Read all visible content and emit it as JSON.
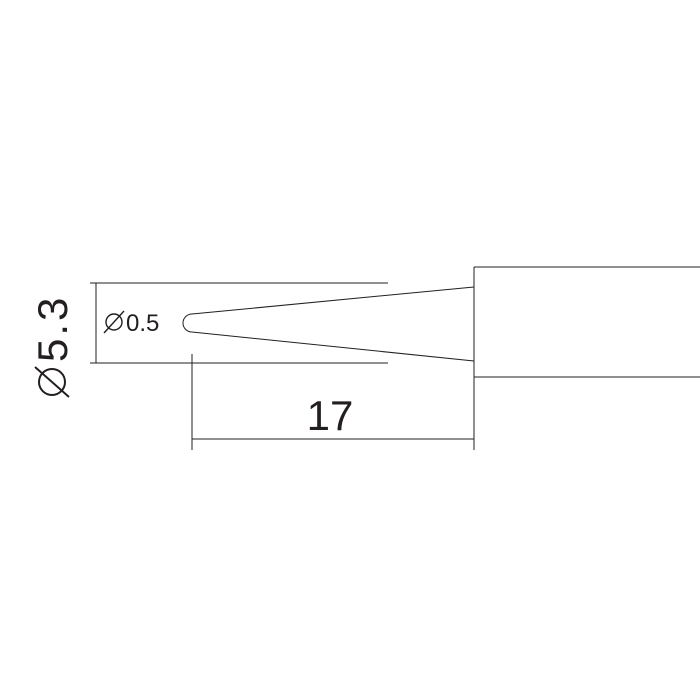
{
  "diameter_symbol": "∅",
  "dimensions": {
    "overall_diameter": "5.3",
    "tip_diameter": "0.5",
    "taper_length": "17"
  },
  "colors": {
    "line": "#231f20",
    "background": "#ffffff"
  }
}
